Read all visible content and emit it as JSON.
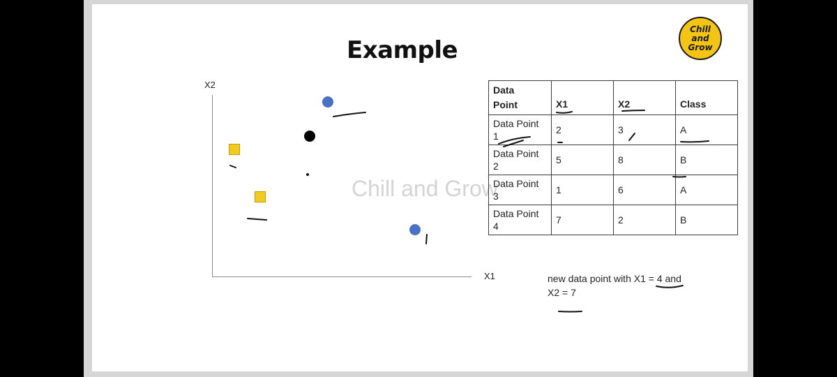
{
  "slide": {
    "title": "Example",
    "logo": {
      "line1": "Chill",
      "line2": "and",
      "line3": "Grow",
      "color": "#f3c512"
    },
    "watermark": "Chill and Grow"
  },
  "plot": {
    "y_axis_label": "X2",
    "x_axis_label": "X1",
    "class_colors": {
      "circle": "#4a72c4",
      "square": "#f2cb1d",
      "query": "#000000"
    }
  },
  "table": {
    "headers": [
      "Data\nPoint",
      "X1",
      "X2",
      "Class"
    ],
    "rows": [
      {
        "point": "Data Point\n1",
        "x1": "2",
        "x2": "3",
        "class": "A"
      },
      {
        "point": "Data Point\n2",
        "x1": "5",
        "x2": "8",
        "class": "B"
      },
      {
        "point": "Data Point\n3",
        "x1": "1",
        "x2": "6",
        "class": "A"
      },
      {
        "point": "Data Point\n4",
        "x1": "7",
        "x2": "2",
        "class": "B"
      }
    ]
  },
  "note": {
    "line1": "new data point with X1 = 4 and",
    "line2": "X2 = 7"
  }
}
